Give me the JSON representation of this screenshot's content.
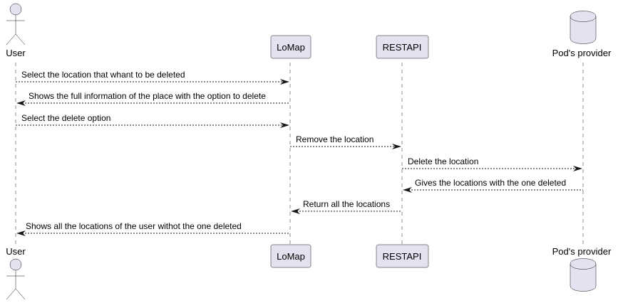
{
  "colors": {
    "participant_fill": "#E2E2F0",
    "line": "#181818",
    "background": "#FFFFFF"
  },
  "participants": [
    {
      "id": "user",
      "name": "User",
      "kind": "actor",
      "icon": "stick-figure-icon"
    },
    {
      "id": "lomap",
      "name": "LoMap",
      "kind": "participant"
    },
    {
      "id": "restapi",
      "name": "RESTAPI",
      "kind": "participant"
    },
    {
      "id": "pod",
      "name": "Pod's provider",
      "kind": "database",
      "icon": "database-cylinder-icon"
    }
  ],
  "messages": [
    {
      "from": "user",
      "to": "lomap",
      "text": "Select the location that whant to be deleted"
    },
    {
      "from": "lomap",
      "to": "user",
      "text": "Shows the full information of the place with the option to delete"
    },
    {
      "from": "user",
      "to": "lomap",
      "text": "Select the delete option"
    },
    {
      "from": "lomap",
      "to": "restapi",
      "text": "Remove the location"
    },
    {
      "from": "restapi",
      "to": "pod",
      "text": "Delete the location"
    },
    {
      "from": "pod",
      "to": "restapi",
      "text": "Gives the locations with the one deleted"
    },
    {
      "from": "restapi",
      "to": "lomap",
      "text": "Return all the locations"
    },
    {
      "from": "lomap",
      "to": "user",
      "text": "Shows all the locations of the user withot the one deleted"
    }
  ]
}
